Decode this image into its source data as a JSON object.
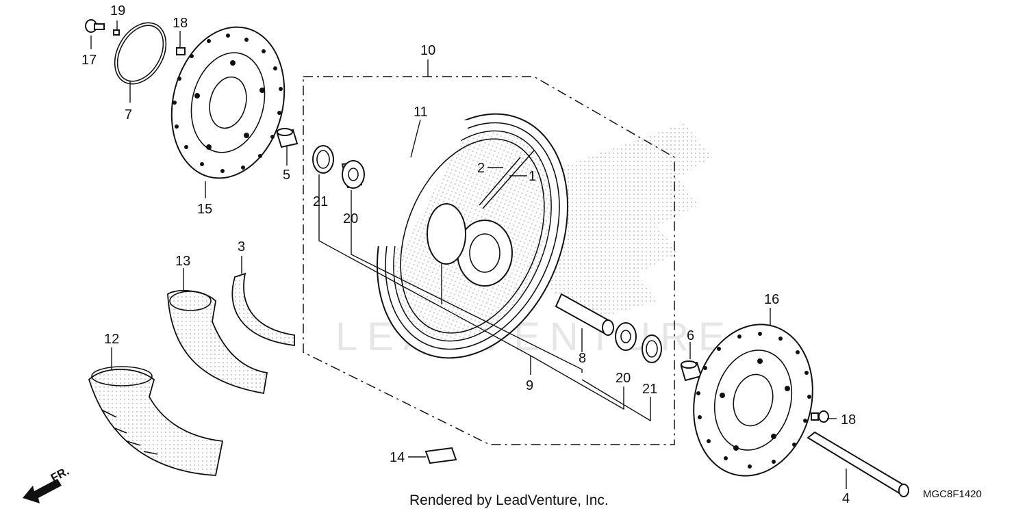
{
  "diagram": {
    "watermark": "LEADVENTURE",
    "credit": "Rendered by LeadVenture, Inc.",
    "diagram_code": "MGC8F1420",
    "direction_marker": "FR.",
    "callouts": {
      "c1": "1",
      "c2": "2",
      "c3": "3",
      "c4": "4",
      "c5": "5",
      "c6": "6",
      "c7": "7",
      "c8": "8",
      "c9": "9",
      "c10": "10",
      "c11": "11",
      "c12": "12",
      "c13": "13",
      "c14": "14",
      "c15": "15",
      "c16": "16",
      "c17": "17",
      "c18a": "18",
      "c18b": "18",
      "c19": "19",
      "c20a": "20",
      "c20b": "20",
      "c21a": "21",
      "c21b": "21"
    }
  }
}
